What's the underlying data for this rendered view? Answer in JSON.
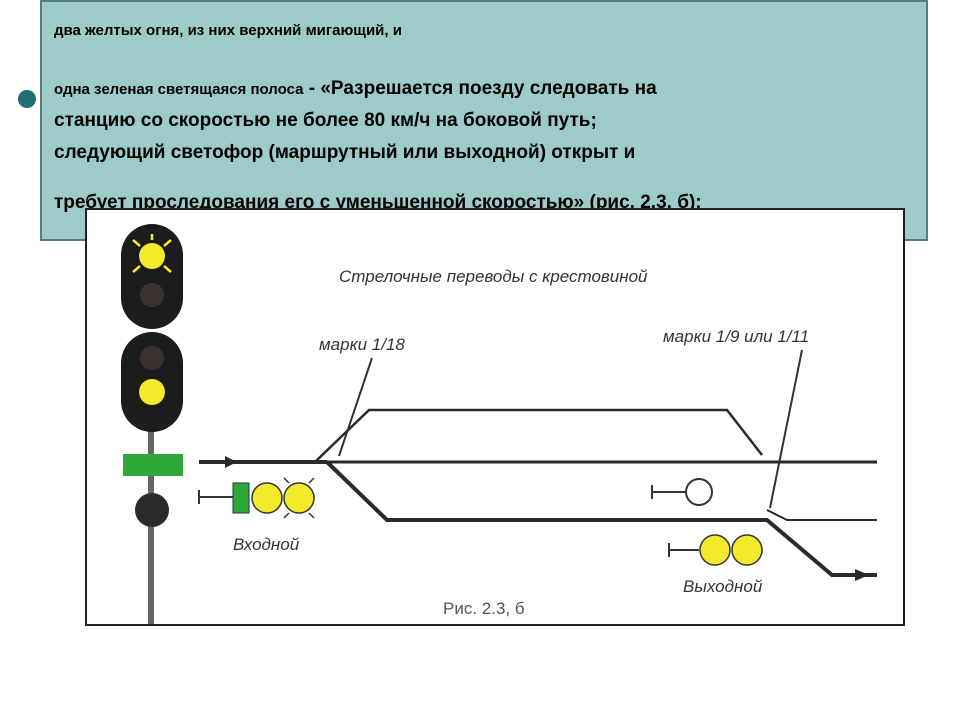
{
  "slide": {
    "line1": "два желтых огня, из них верхний мигающий, и",
    "line2_small": "одна зеленая светящаяся полоса",
    "line2_big": " - «Разрешается поезду следовать на",
    "line3": "станцию со скоростью не более 80 км/ч на боковой путь;",
    "line4": "следующий светофор (маршрутный или выходной) открыт и",
    "line5": "требует проследования его с уменьшенной скоростью» (рис. 2.3, б);"
  },
  "figure": {
    "label_switches": "Стрелочные переводы с крестовиной",
    "label_mark1": "марки 1/18",
    "label_mark2": "марки 1/9 или 1/11",
    "label_entry": "Входной",
    "label_exit": "Выходной",
    "caption": "Рис. 2.3, б"
  },
  "colors": {
    "yellow": "#f2ea2a",
    "green": "#2fa83a",
    "head": "#1c1c1c",
    "unlit": "#3a3030",
    "slide_bg": "#9dcbc9"
  }
}
